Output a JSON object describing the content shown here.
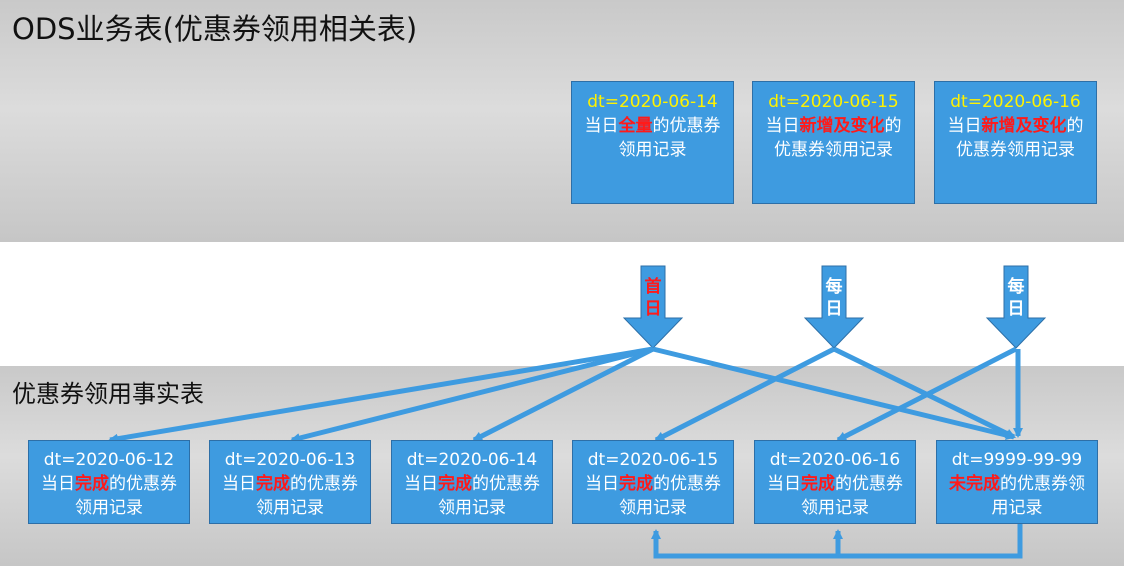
{
  "ods_title": "ODS业务表(优惠券领用相关表)",
  "fact_title": "优惠券领用事实表",
  "ods_boxes": [
    {
      "dt": "dt=2020-06-14",
      "pre": "当日",
      "hl": "全量",
      "post": "的优惠券领用记录"
    },
    {
      "dt": "dt=2020-06-15",
      "pre": "当日",
      "hl": "新增及变化",
      "post": "的优惠券领用记录"
    },
    {
      "dt": "dt=2020-06-16",
      "pre": "当日",
      "hl": "新增及变化",
      "post": "的优惠券领用记录"
    }
  ],
  "arrows": [
    {
      "label1": "首",
      "label2": "日",
      "color": "#ff1a1a"
    },
    {
      "label1": "每",
      "label2": "日",
      "color": "#ffffff"
    },
    {
      "label1": "每",
      "label2": "日",
      "color": "#ffffff"
    }
  ],
  "fact_boxes": [
    {
      "dt": "dt=2020-06-12",
      "pre": "当日",
      "hl": "完成",
      "post": "的优惠券领用记录"
    },
    {
      "dt": "dt=2020-06-13",
      "pre": "当日",
      "hl": "完成",
      "post": "的优惠券领用记录"
    },
    {
      "dt": "dt=2020-06-14",
      "pre": "当日",
      "hl": "完成",
      "post": "的优惠券领用记录"
    },
    {
      "dt": "dt=2020-06-15",
      "pre": "当日",
      "hl": "完成",
      "post": "的优惠券领用记录"
    },
    {
      "dt": "dt=2020-06-16",
      "pre": "当日",
      "hl": "完成",
      "post": "的优惠券领用记录"
    },
    {
      "dt": "dt=9999-99-99",
      "pre": "",
      "hl": "未完成",
      "post": "的优惠券领用记录"
    }
  ],
  "colors": {
    "box": "#3e9be0",
    "highlight": "#ff1a1a",
    "dt_top": "#fff200",
    "arrow": "#3e9be0"
  }
}
